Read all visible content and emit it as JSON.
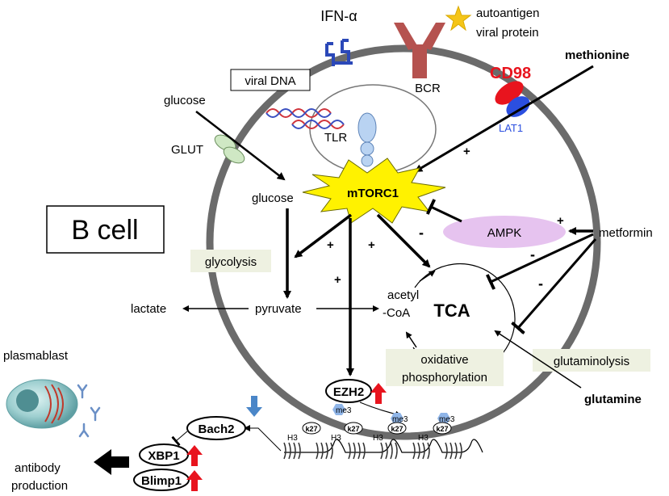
{
  "figure": {
    "cell_label": "B cell",
    "receptors": {
      "ifn": "IFN-α",
      "antigen_line1": "autoantigen",
      "antigen_line2": "viral protein",
      "bcr": "BCR",
      "cd98": "CD98",
      "lat1": "LAT1",
      "methionine": "methionine",
      "viral_dna": "viral DNA",
      "tlr": "TLR"
    },
    "metabolism": {
      "glucose_outside": "glucose",
      "glut": "GLUT",
      "glucose_inside": "glucose",
      "mtorc1": "mTORC1",
      "ampk": "AMPK",
      "metformin": "metformin",
      "glycolysis": "glycolysis",
      "pyruvate": "pyruvate",
      "lactate": "lactate",
      "acetyl_line1": "acetyl",
      "acetyl_line2": "-CoA",
      "tca": "TCA",
      "oxphos_line1": "oxidative",
      "oxphos_line2": "phosphorylation",
      "glutaminolysis": "glutaminolysis",
      "glutamine": "glutamine"
    },
    "signs": {
      "plus": "+",
      "minus": "-"
    },
    "epigenetics": {
      "ezh2": "EZH2",
      "me3": "me3",
      "k27": "k27",
      "h3": "H3",
      "bach2": "Bach2",
      "xbp1": "XBP1",
      "blimp1": "Blimp1"
    },
    "outputs": {
      "plasmablast": "plasmablast",
      "antibody_line1": "antibody",
      "antibody_line2": "production"
    },
    "colors": {
      "membrane": "#6b6b6b",
      "cd98": "#e8141e",
      "lat1": "#2b4fe0",
      "ampk": "#e6c3ef",
      "mtorc1": "#fff200",
      "box_fill": "#eef1e1",
      "up_arrow": "#e8141e",
      "down_arrow": "#4a86c8",
      "ifn": "#2b48b8",
      "bcr": "#b5524f",
      "glut": "#cfe8c4",
      "tlr": "#b9d3f2",
      "dna_red": "#d0343b",
      "dna_blue": "#3a4fc0",
      "me3": "#8fb5e8"
    }
  }
}
